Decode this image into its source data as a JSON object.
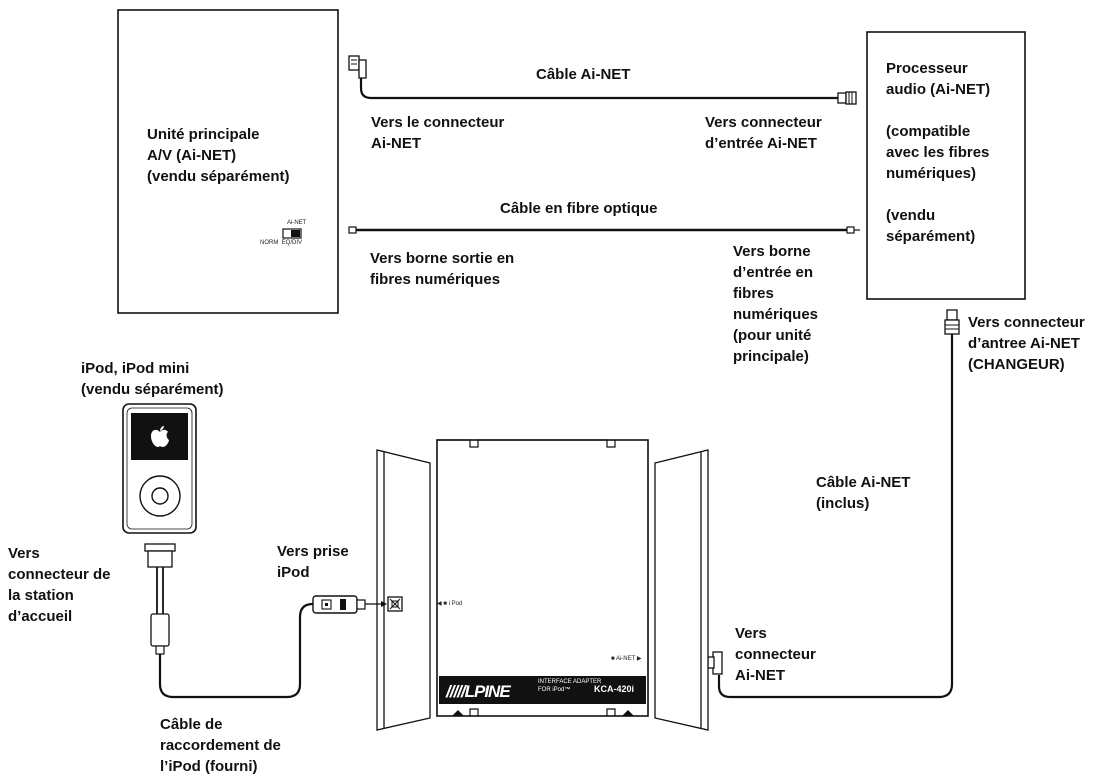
{
  "main_unit": {
    "label": "Unité principale\nA/V (Ai-NET)\n(vendu séparément)",
    "switch_top": "Ai-NET",
    "switch_bottom": "NORM  EQ/DIV"
  },
  "processor": {
    "label": "Processeur\naudio (Ai-NET)\n\n(compatible\navec les fibres\nnumériques)\n\n(vendu\nséparément)"
  },
  "cables": {
    "ainet_top": "Câble Ai-NET",
    "optical": "Câble en fibre optique",
    "ainet_included": "Câble Ai-NET\n(inclus)",
    "ipod_cable": "Câble de\nraccordement de\nl’iPod (fourni)"
  },
  "connectors": {
    "to_ainet_connector": "Vers le connecteur\nAi-NET",
    "to_input_ainet": "Vers connecteur\nd’entrée Ai-NET",
    "to_digital_out": "Vers borne sortie en\nfibres numériques",
    "to_digital_in": "Vers borne\nd’entrée en\nfibres\nnumériques\n(pour unité\nprincipale)",
    "to_changer_input": "Vers connecteur\nd’antree Ai-NET\n(CHANGEUR)",
    "to_ipod_jack": "Vers prise\niPod",
    "to_dock_connector": "Vers\nconnecteur de\nla station\nd’accueil",
    "to_adapter_ainet": "Vers\nconnecteur\nAi-NET"
  },
  "ipod": {
    "label": "iPod, iPod mini\n(vendu séparément)"
  },
  "adapter": {
    "brand": "/////LPINE",
    "model_line1": "INTERFACE ADAPTER",
    "model_line2": "FOR iPod™",
    "model_number": "KCA-420i",
    "port_ipod": "◀ ■ i Pod",
    "port_ainet": "■ Ai-NET ▶"
  }
}
